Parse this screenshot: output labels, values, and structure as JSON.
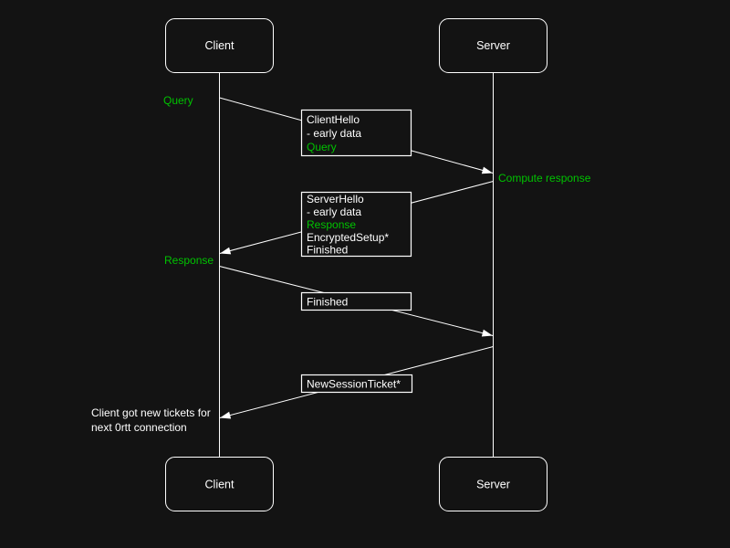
{
  "colors": {
    "background": "#131313",
    "stroke": "#ffffff",
    "text": "#ffffff",
    "green": "#00c300"
  },
  "actors": {
    "top": [
      {
        "label": "Client"
      },
      {
        "label": "Server"
      }
    ],
    "bottom": [
      {
        "label": "Client"
      },
      {
        "label": "Server"
      }
    ]
  },
  "annotations": {
    "query": "Query",
    "compute_response": "Compute response",
    "response": "Response",
    "note": [
      "Client got new tickets for",
      "next 0rtt connection"
    ]
  },
  "messages": [
    {
      "from": "Client",
      "to": "Server",
      "box_lines": [
        {
          "text": "ClientHello",
          "color": "#ffffff"
        },
        {
          "text": "- early data",
          "color": "#ffffff"
        },
        {
          "text": "Query",
          "color": "#00c300"
        }
      ]
    },
    {
      "from": "Server",
      "to": "Client",
      "box_lines": [
        {
          "text": "ServerHello",
          "color": "#ffffff"
        },
        {
          "text": "- early data",
          "color": "#ffffff"
        },
        {
          "text": "Response",
          "color": "#00c300"
        },
        {
          "text": "EncryptedSetup*",
          "color": "#ffffff"
        },
        {
          "text": "Finished",
          "color": "#ffffff"
        }
      ]
    },
    {
      "from": "Client",
      "to": "Server",
      "box_lines": [
        {
          "text": "Finished",
          "color": "#ffffff"
        }
      ]
    },
    {
      "from": "Server",
      "to": "Client",
      "box_lines": [
        {
          "text": "NewSessionTicket*",
          "color": "#ffffff"
        }
      ]
    }
  ]
}
